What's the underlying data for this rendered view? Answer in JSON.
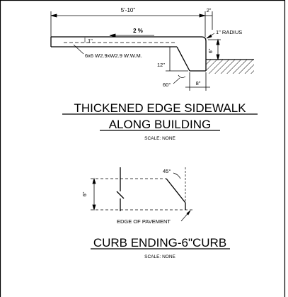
{
  "detail_1": {
    "dims": {
      "width": "5'-10\"",
      "gap": "2\"",
      "radius": "1\" RADIUS",
      "curb_height": "6\"",
      "depth": "12\"",
      "angle": "60°",
      "toe": "8\"",
      "small_dim": "1\""
    },
    "slope": "2 %",
    "mesh_note": "6x6 W2.9xW2.9 W.W.M.",
    "title_line1": "THICKENED EDGE SIDEWALK",
    "title_line2": "ALONG BUILDING",
    "scale": "SCALE: NONE"
  },
  "detail_2": {
    "angle": "45°",
    "height": "6\"",
    "edge_note": "EDGE OF PAVEMENT",
    "title": "CURB ENDING-6\"CURB",
    "scale": "SCALE: NONE"
  }
}
